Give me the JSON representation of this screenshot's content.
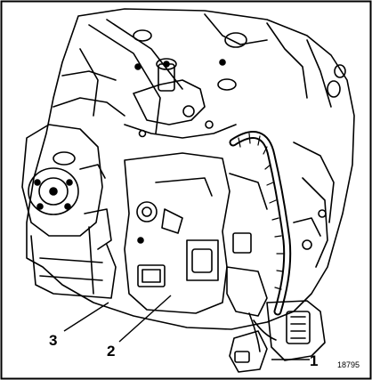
{
  "figure": {
    "callouts": [
      {
        "id": "1",
        "label": "1"
      },
      {
        "id": "2",
        "label": "2"
      },
      {
        "id": "3",
        "label": "3"
      }
    ],
    "reference_number": "18795"
  },
  "colors": {
    "ink": "#000000",
    "paper": "#ffffff"
  }
}
